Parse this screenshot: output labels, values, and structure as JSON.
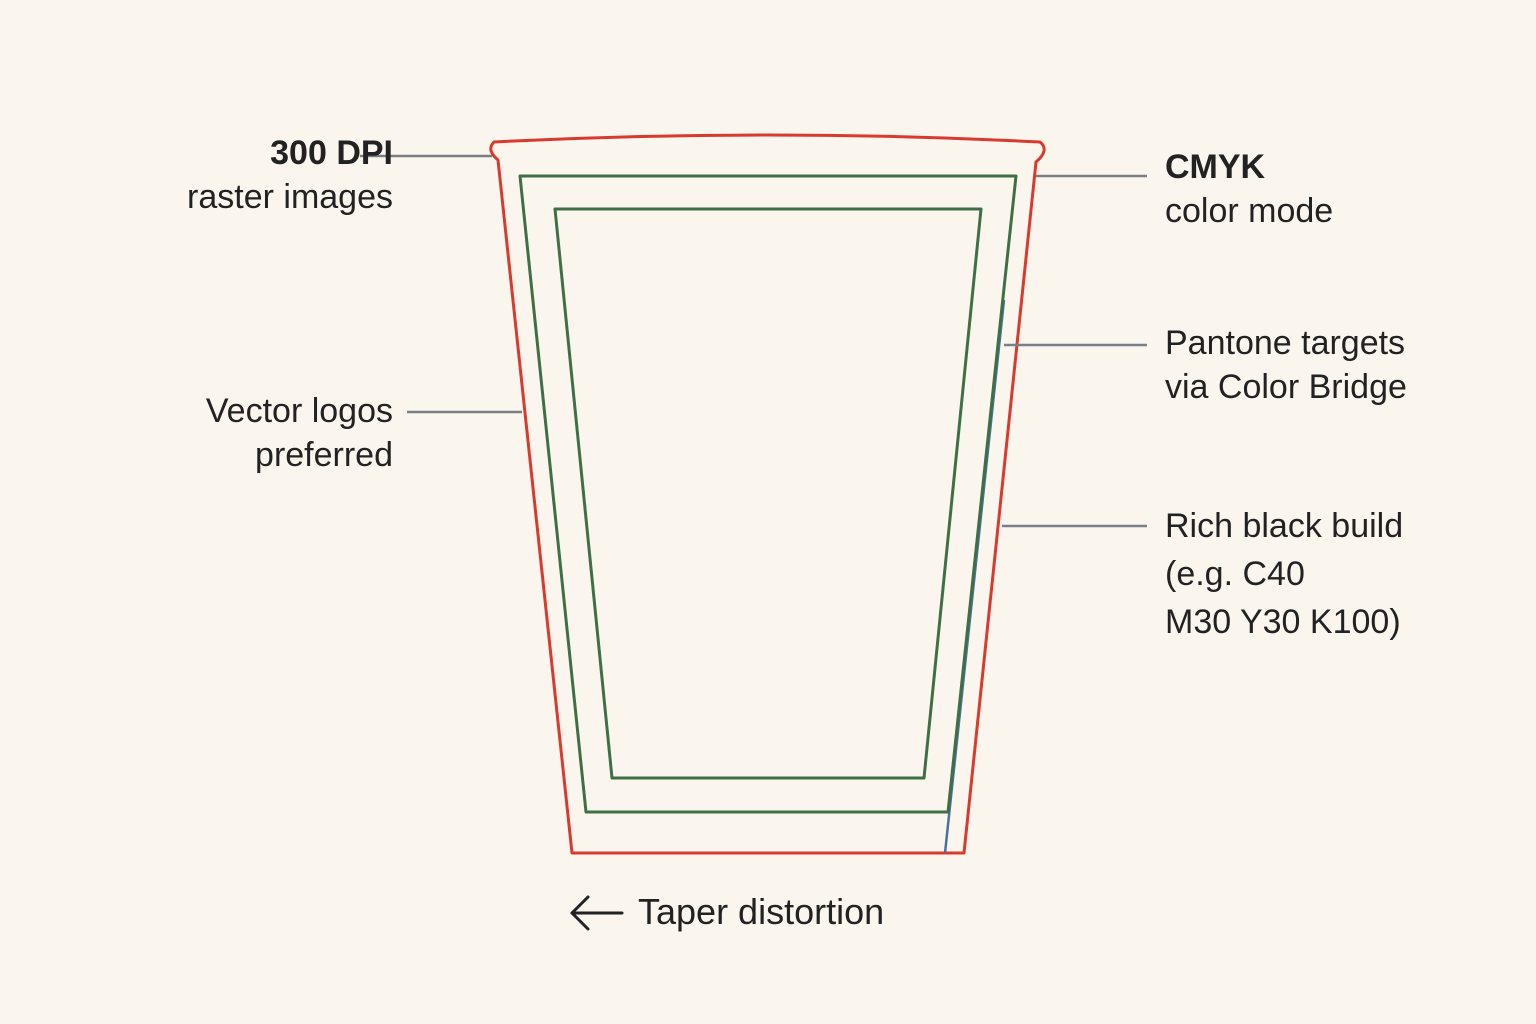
{
  "colors": {
    "background": "#faf6ee",
    "outer_cup_outline": "#d83a2e",
    "safe_area_outline": "#3f6f44",
    "seam_line": "#4a6fa0",
    "leader_line": "#7a7f85",
    "text": "#222222"
  },
  "labels": {
    "dpi": {
      "line1": "300 DPI",
      "line2": "raster images"
    },
    "vector": {
      "line1": "Vector logos",
      "line2": "preferred"
    },
    "cmyk": {
      "line1": "CMYK",
      "line2": "color mode"
    },
    "pantone": {
      "line1": "Pantone targets",
      "line2": "via Color Bridge"
    },
    "rich_black": {
      "line1": "Rich black build",
      "line2": "(e.g. C40",
      "line3": "M30 Y30 K100)"
    },
    "taper": {
      "text": "Taper distortion",
      "icon": "left-arrow-icon"
    }
  }
}
